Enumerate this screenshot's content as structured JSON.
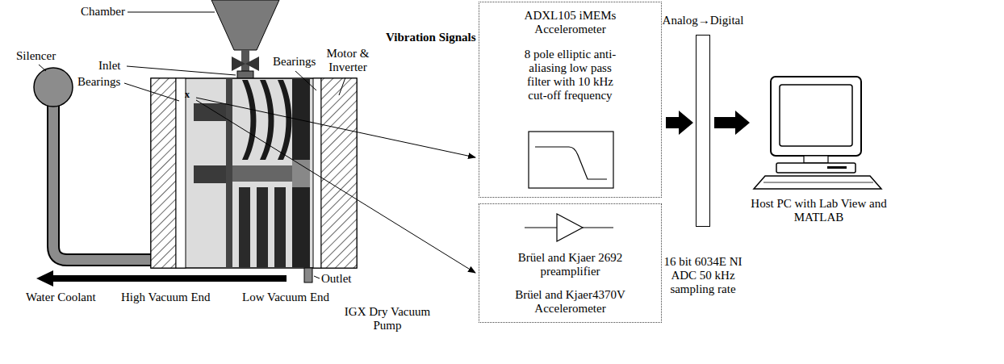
{
  "diagram": {
    "nodes": [
      {
        "text": [
          "ADXL105 iMEMs Accelerometer",
          "8 pole elliptic anti-aliasing low pass filter with 10 kHz cut-off frequency"
        ]
      },
      {
        "text": [
          "Brüel and Kjaer 2692 preamplifier",
          "Brüel and Kjaer4370V Accelerometer"
        ]
      },
      {
        "text": [
          "Analog→Digital",
          "16 bit 6034E NI ADC 50 kHz sampling rate"
        ]
      },
      {
        "text": [
          "Host PC with Lab View and MATLAB"
        ]
      }
    ],
    "edges": [
      {
        "from": 0,
        "to": 2,
        "arrow": "to"
      },
      {
        "from": 2,
        "to": 3,
        "arrow": "to"
      }
    ],
    "labels": [
      "Chamber",
      "Silencer",
      "Inlet",
      "Bearings",
      "x",
      "Bearings",
      "Motor & Inverter",
      "Vibration Signals",
      "Outlet",
      "Water Coolant",
      "High Vacuum End",
      "Low Vacuum End",
      "IGX Dry Vacuum Pump"
    ]
  }
}
